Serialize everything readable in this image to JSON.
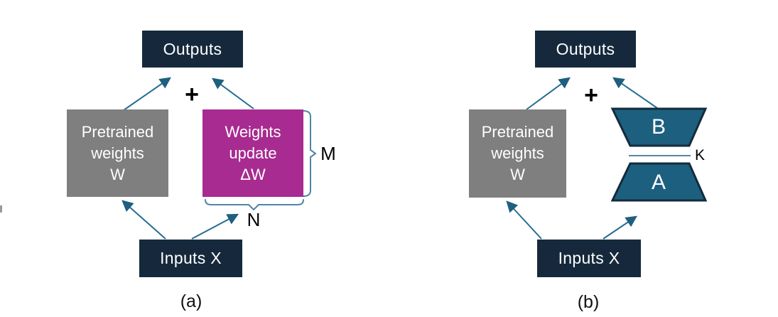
{
  "panel_a": {
    "caption": "(a)",
    "outputs": "Outputs",
    "plus": "+",
    "pretrained": [
      "Pretrained",
      "weights",
      "W"
    ],
    "update": [
      "Weights",
      "update",
      "ΔW"
    ],
    "dim_rows": "M",
    "dim_cols": "N",
    "inputs": "Inputs X"
  },
  "panel_b": {
    "caption": "(b)",
    "outputs": "Outputs",
    "plus": "+",
    "pretrained": [
      "Pretrained",
      "weights",
      "W"
    ],
    "matrix_b": "B",
    "matrix_a": "A",
    "dim_rank": "K",
    "inputs": "Inputs X"
  },
  "colors": {
    "navy_box": "#16293C",
    "gray_box": "#7F7F7F",
    "magenta_box": "#A72B90",
    "trapezoid_fill": "#1D5F7E",
    "trapezoid_border": "#132B3D",
    "arrow_line": "#256C90",
    "arrow_head": "#1E5F80",
    "brace": "#4E86A8",
    "k_line": "#1D5F7E",
    "box_text": "#FFFFFF",
    "annotation_text": "#000000"
  }
}
